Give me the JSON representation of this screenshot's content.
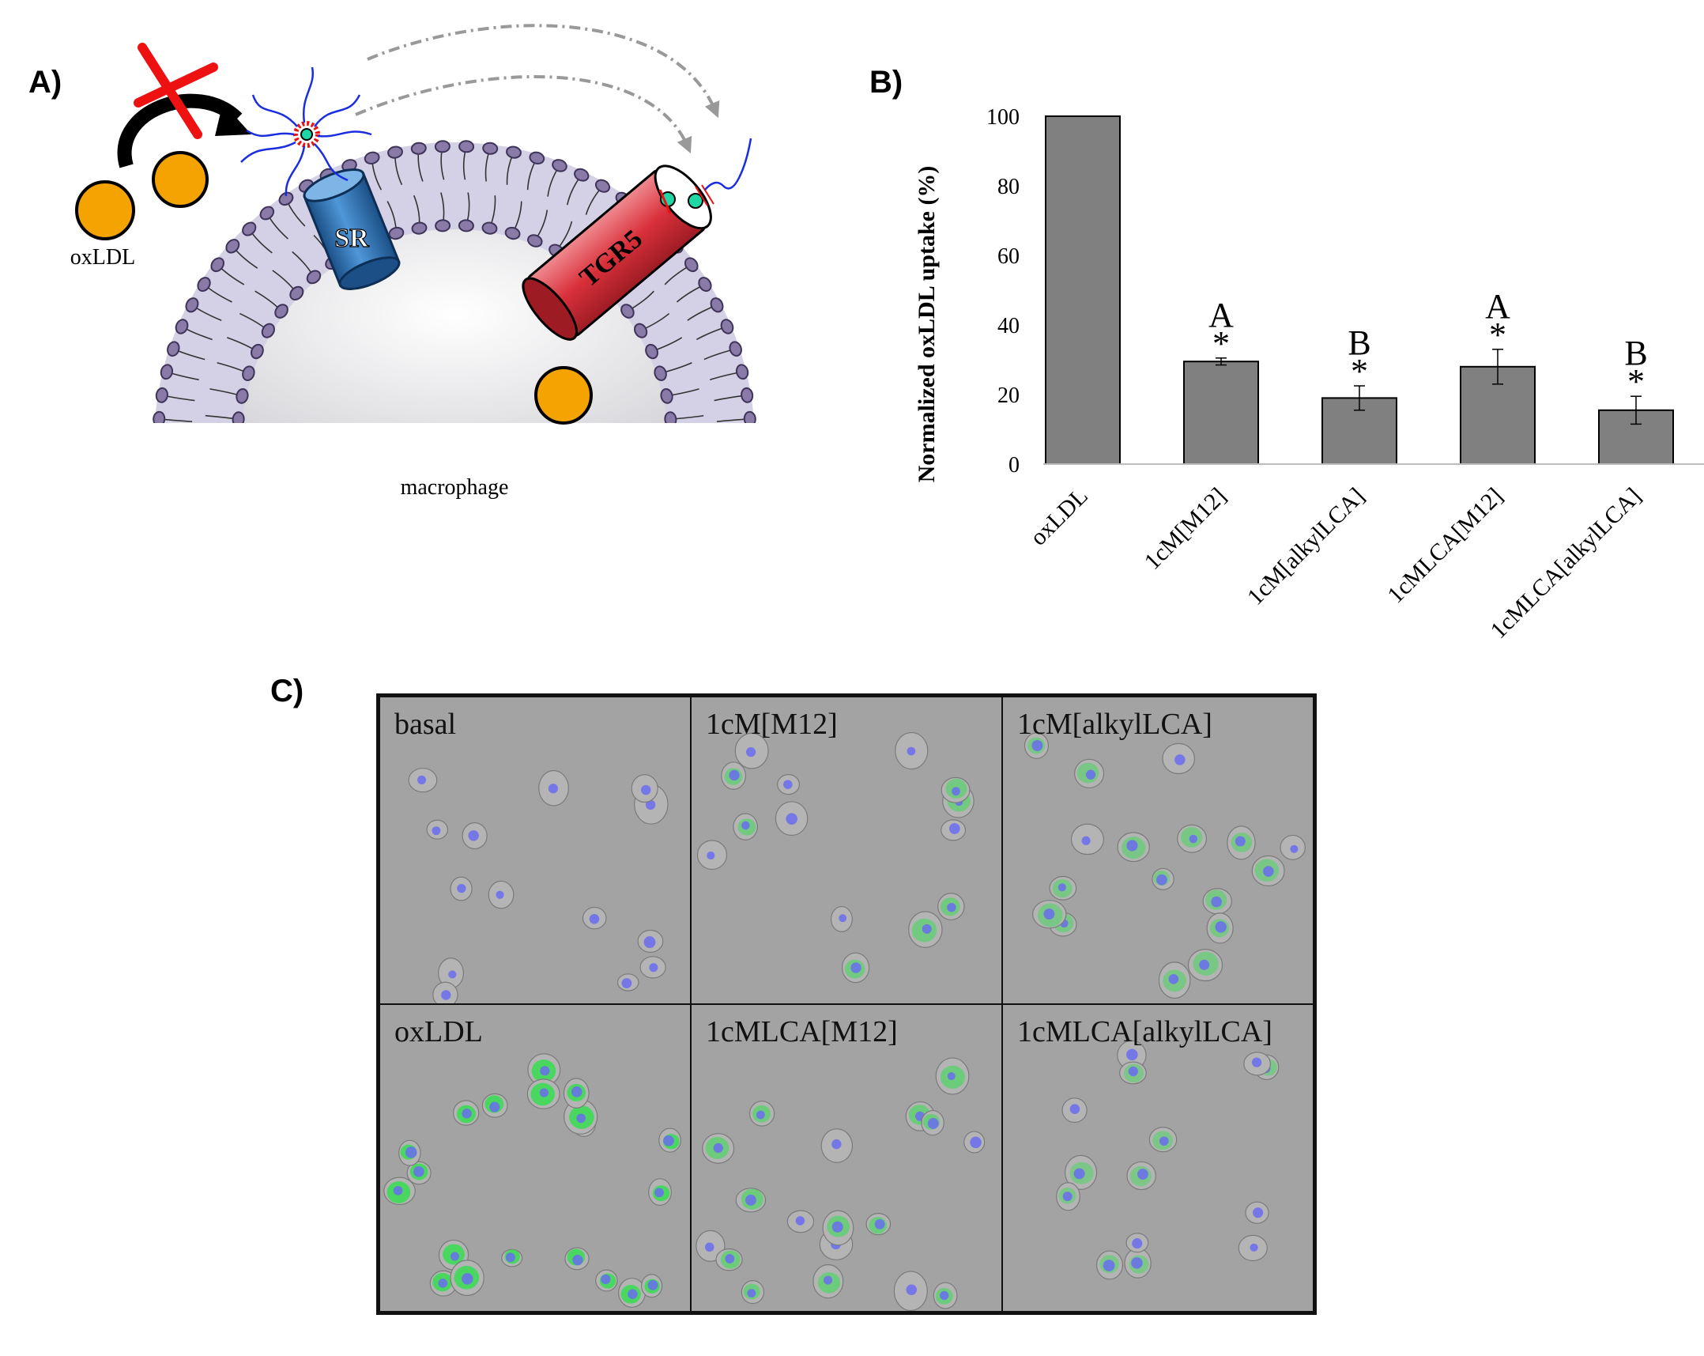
{
  "panel_a": {
    "letter": "A)",
    "labels": {
      "oxldl": "oxLDL",
      "sr": "SR",
      "tgr5": "TGR5",
      "macrophage": "macrophage"
    },
    "icons": [
      "blocked-arrow-icon",
      "oxldl-particle-icon",
      "micelle-icon",
      "cell-membrane-icon",
      "scavenger-receptor-icon",
      "tgr5-receptor-icon"
    ],
    "colors": {
      "particle": "#f5a300",
      "sr": "#2a6fb3",
      "tgr5": "#d9303a",
      "membrane": "#8a7aa8"
    }
  },
  "panel_b": {
    "letter": "B)"
  },
  "chart_data": {
    "type": "bar",
    "categories": [
      "oxLDL",
      "1cM[M12]",
      "1cM[alkylLCA]",
      "1cMLCA[M12]",
      "1cMLCA[alkylLCA]"
    ],
    "values": [
      100,
      29.5,
      19,
      28,
      15.5
    ],
    "errors": [
      0,
      1,
      3.5,
      5,
      4
    ],
    "annotations": [
      {
        "letter": "",
        "star": ""
      },
      {
        "letter": "A",
        "star": "*"
      },
      {
        "letter": "B",
        "star": "*"
      },
      {
        "letter": "A",
        "star": "*"
      },
      {
        "letter": "B",
        "star": "*"
      }
    ],
    "ylabel": "Normalized  oxLDL uptake (%)",
    "xlabel": "",
    "ylim": [
      0,
      100
    ],
    "yticks": [
      0,
      20,
      40,
      60,
      80,
      100
    ],
    "bar_color": "#808080",
    "grid": false
  },
  "panel_c": {
    "letter": "C)",
    "cells": [
      {
        "label": "basal",
        "green": 0.0
      },
      {
        "label": "1cM[M12]",
        "green": 0.45
      },
      {
        "label": "1cM[alkylLCA]",
        "green": 0.35
      },
      {
        "label": "oxLDL",
        "green": 1.0
      },
      {
        "label": "1cMLCA[M12]",
        "green": 0.5
      },
      {
        "label": "1cMLCA[alkylLCA]",
        "green": 0.3
      }
    ]
  }
}
